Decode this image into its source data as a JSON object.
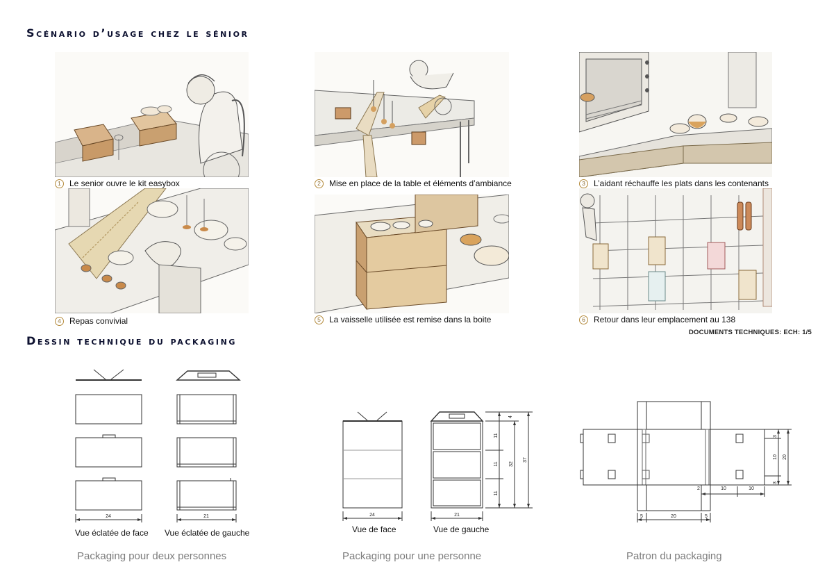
{
  "headings": {
    "scenario": "Scénario d’usage chez le sénior",
    "technical": "Dessin technique du packaging"
  },
  "scenes": [
    {
      "number": "1",
      "caption": "Le senior ouvre le kit easybox"
    },
    {
      "number": "2",
      "caption": "Mise en place de la table et éléments d’ambiance"
    },
    {
      "number": "3",
      "caption": "L’aidant réchauffe les plats dans les contenants"
    },
    {
      "number": "4",
      "caption": "Repas convivial"
    },
    {
      "number": "5",
      "caption": "La vaisselle utilisée est remise dans la boite"
    },
    {
      "number": "6",
      "caption": "Retour dans leur emplacement au 138"
    }
  ],
  "doc_reference": "DOCUMENTS TECHNIQUES: ECH: 1/5",
  "technical": {
    "two_persons": {
      "front_label": "Vue éclatée de face",
      "left_label": "Vue éclatée de gauche",
      "front_width": "24",
      "left_width": "21",
      "group_label": "Packaging pour deux personnes"
    },
    "one_person": {
      "front_label": "Vue de face",
      "left_label": "Vue de gauche",
      "front_width": "24",
      "left_width": "21",
      "dims": {
        "handle": "4",
        "mod1": "11",
        "mod2": "11",
        "mod3": "11",
        "inner": "32",
        "total": "37"
      },
      "group_label": "Packaging pour une personne"
    },
    "pattern": {
      "dims": {
        "tab_top": "3",
        "side_h": "10",
        "total_h": "20",
        "tab_bottom": "3",
        "flap": "2",
        "w1": "10",
        "w2": "10",
        "bottom_left": "5",
        "bottom_mid": "20",
        "bottom_right": "5"
      },
      "group_label": "Patron du packaging"
    }
  }
}
